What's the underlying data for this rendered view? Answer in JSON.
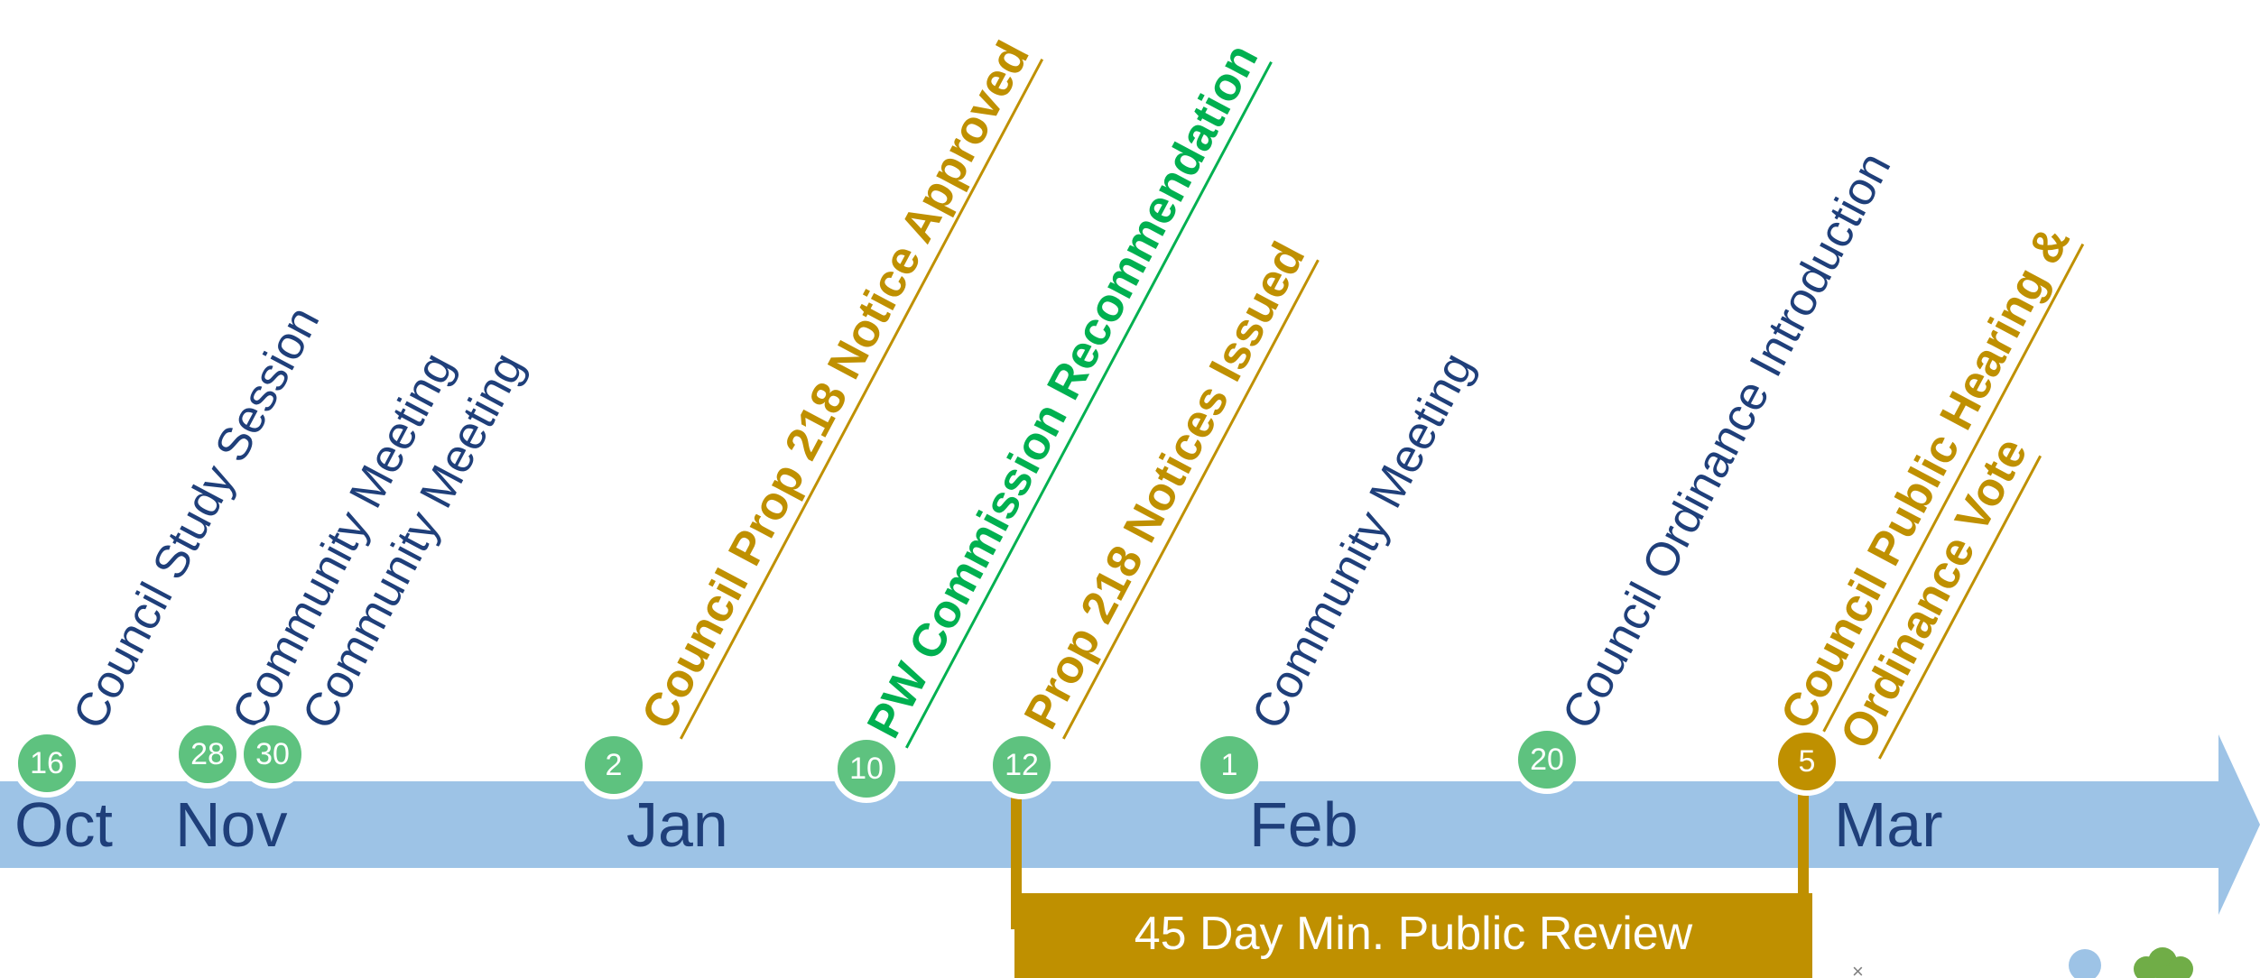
{
  "colors": {
    "band": "#9dc3e6",
    "navy": "#1f3f7a",
    "gold": "#bf9000",
    "green_text": "#00b050",
    "green_dot": "#5ec27f"
  },
  "months": [
    {
      "key": "oct",
      "label": "Oct"
    },
    {
      "key": "nov",
      "label": "Nov"
    },
    {
      "key": "jan",
      "label": "Jan"
    },
    {
      "key": "feb",
      "label": "Feb"
    },
    {
      "key": "mar",
      "label": "Mar"
    }
  ],
  "events": [
    {
      "key": "council-study-session",
      "day": "16",
      "lines": [
        "Council Study Session"
      ],
      "color": "navy",
      "dot_color": "green_dot",
      "bold": false,
      "underline": false
    },
    {
      "key": "community-meeting-nov-28",
      "day": "28",
      "lines": [
        "Community Meeting"
      ],
      "color": "navy",
      "dot_color": "green_dot",
      "bold": false,
      "underline": false
    },
    {
      "key": "community-meeting-nov-30",
      "day": "30",
      "lines": [
        "Community Meeting"
      ],
      "color": "navy",
      "dot_color": "green_dot",
      "bold": false,
      "underline": false
    },
    {
      "key": "council-prop-218-notice-approved",
      "day": "2",
      "lines": [
        "Council Prop 218 Notice Approved"
      ],
      "color": "gold",
      "dot_color": "green_dot",
      "bold": true,
      "underline": true
    },
    {
      "key": "pw-commission-recommendation",
      "day": "10",
      "lines": [
        "PW Commission Recommendation"
      ],
      "color": "green_text",
      "dot_color": "green_dot",
      "bold": true,
      "underline": true
    },
    {
      "key": "prop-218-notices-issued",
      "day": "12",
      "lines": [
        "Prop 218 Notices Issued"
      ],
      "color": "gold",
      "dot_color": "green_dot",
      "bold": true,
      "underline": true
    },
    {
      "key": "community-meeting-feb-1",
      "day": "1",
      "lines": [
        "Community Meeting"
      ],
      "color": "navy",
      "dot_color": "green_dot",
      "bold": false,
      "underline": false
    },
    {
      "key": "council-ordinance-introduction",
      "day": "20",
      "lines": [
        "Council Ordinance Introduction"
      ],
      "color": "navy",
      "dot_color": "green_dot",
      "bold": false,
      "underline": false
    },
    {
      "key": "council-public-hearing",
      "day": "5",
      "lines": [
        "Council Public Hearing &",
        "Ordinance Vote"
      ],
      "color": "gold",
      "dot_color": "gold",
      "bold": true,
      "underline": true
    }
  ],
  "review_period": {
    "label": "45 Day Min. Public Review"
  }
}
